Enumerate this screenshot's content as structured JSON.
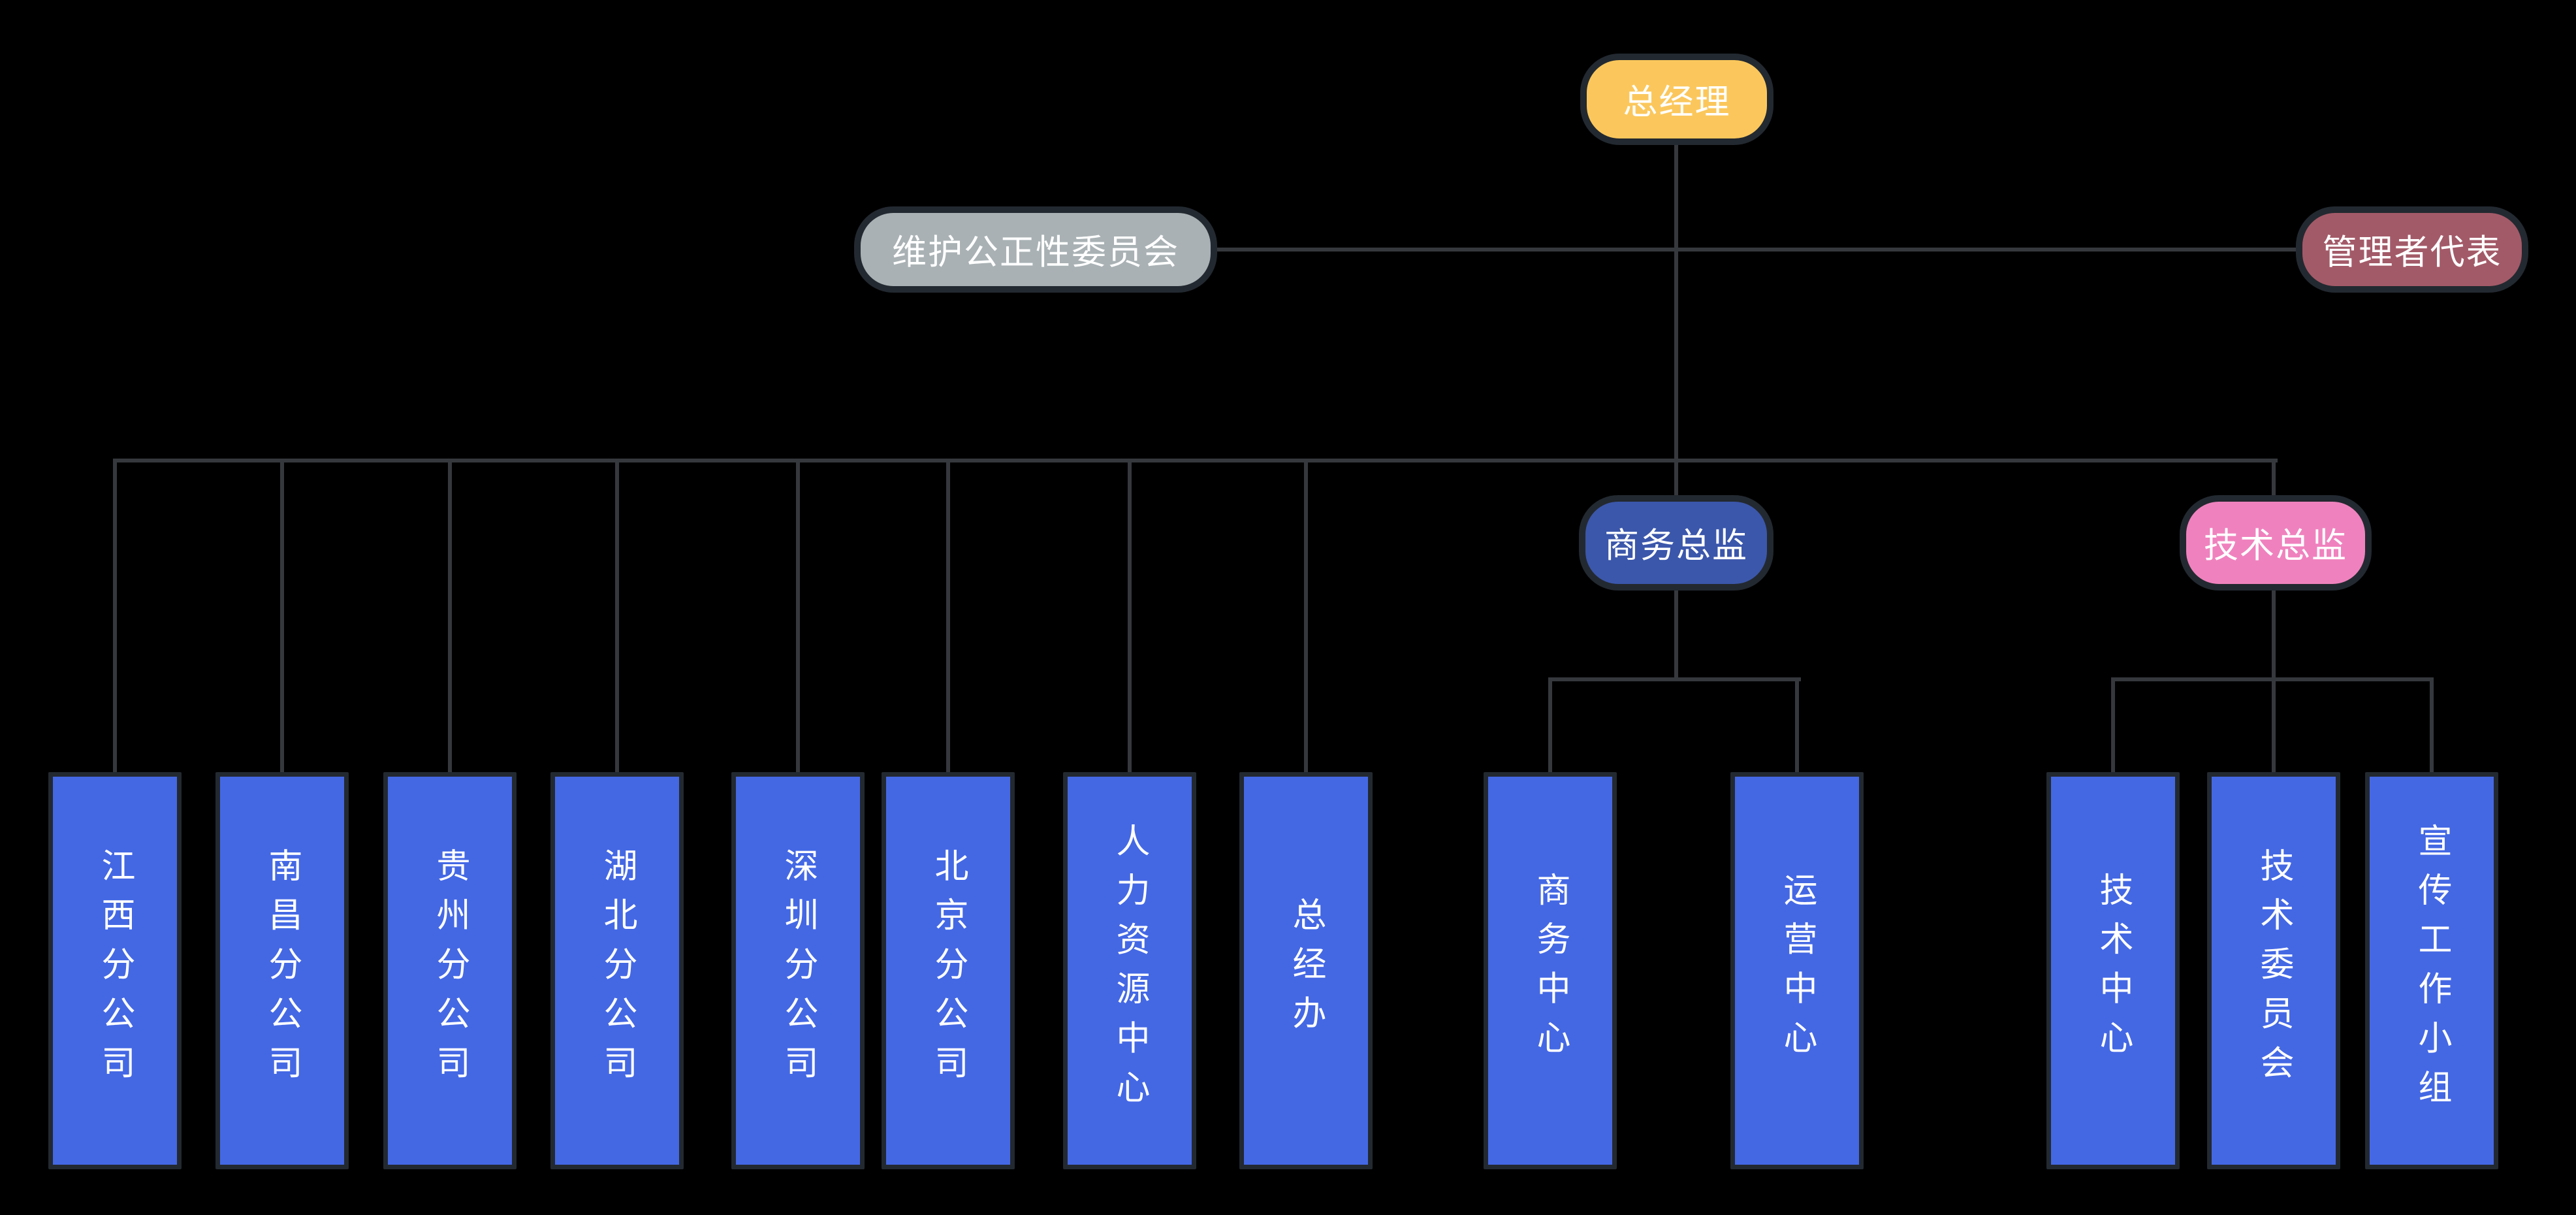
{
  "org": {
    "root": {
      "label": "总经理",
      "fill": "#FBC75C"
    },
    "staff": [
      {
        "label": "维护公正性委员会",
        "fill": "#A9B1B4"
      },
      {
        "label": "管理者代表",
        "fill": "#A35A68"
      }
    ],
    "directors": [
      {
        "label": "商务总监",
        "fill": "#3B57AB"
      },
      {
        "label": "技术总监",
        "fill": "#EF82BE"
      }
    ],
    "departments": [
      {
        "label": "江西分公司"
      },
      {
        "label": "南昌分公司"
      },
      {
        "label": "贵州分公司"
      },
      {
        "label": "湖北分公司"
      },
      {
        "label": "深圳分公司"
      },
      {
        "label": "北京分公司"
      },
      {
        "label": "人力资源中心"
      },
      {
        "label": "总经办"
      },
      {
        "label": "商务中心"
      },
      {
        "label": "运营中心"
      },
      {
        "label": "技术中心"
      },
      {
        "label": "技术委员会"
      },
      {
        "label": "宣传工作小组"
      }
    ]
  },
  "colors": {
    "background": "#000000",
    "text": "#FFFFFF",
    "node_border": "#232930",
    "connector_line": "#35383D",
    "department_fill": "#4468E4",
    "root_fill": "#FBC75C",
    "committee_fill": "#A9B1B4",
    "representative_fill": "#A35A68",
    "business_director_fill": "#3B57AB",
    "tech_director_fill": "#EF82BE"
  }
}
